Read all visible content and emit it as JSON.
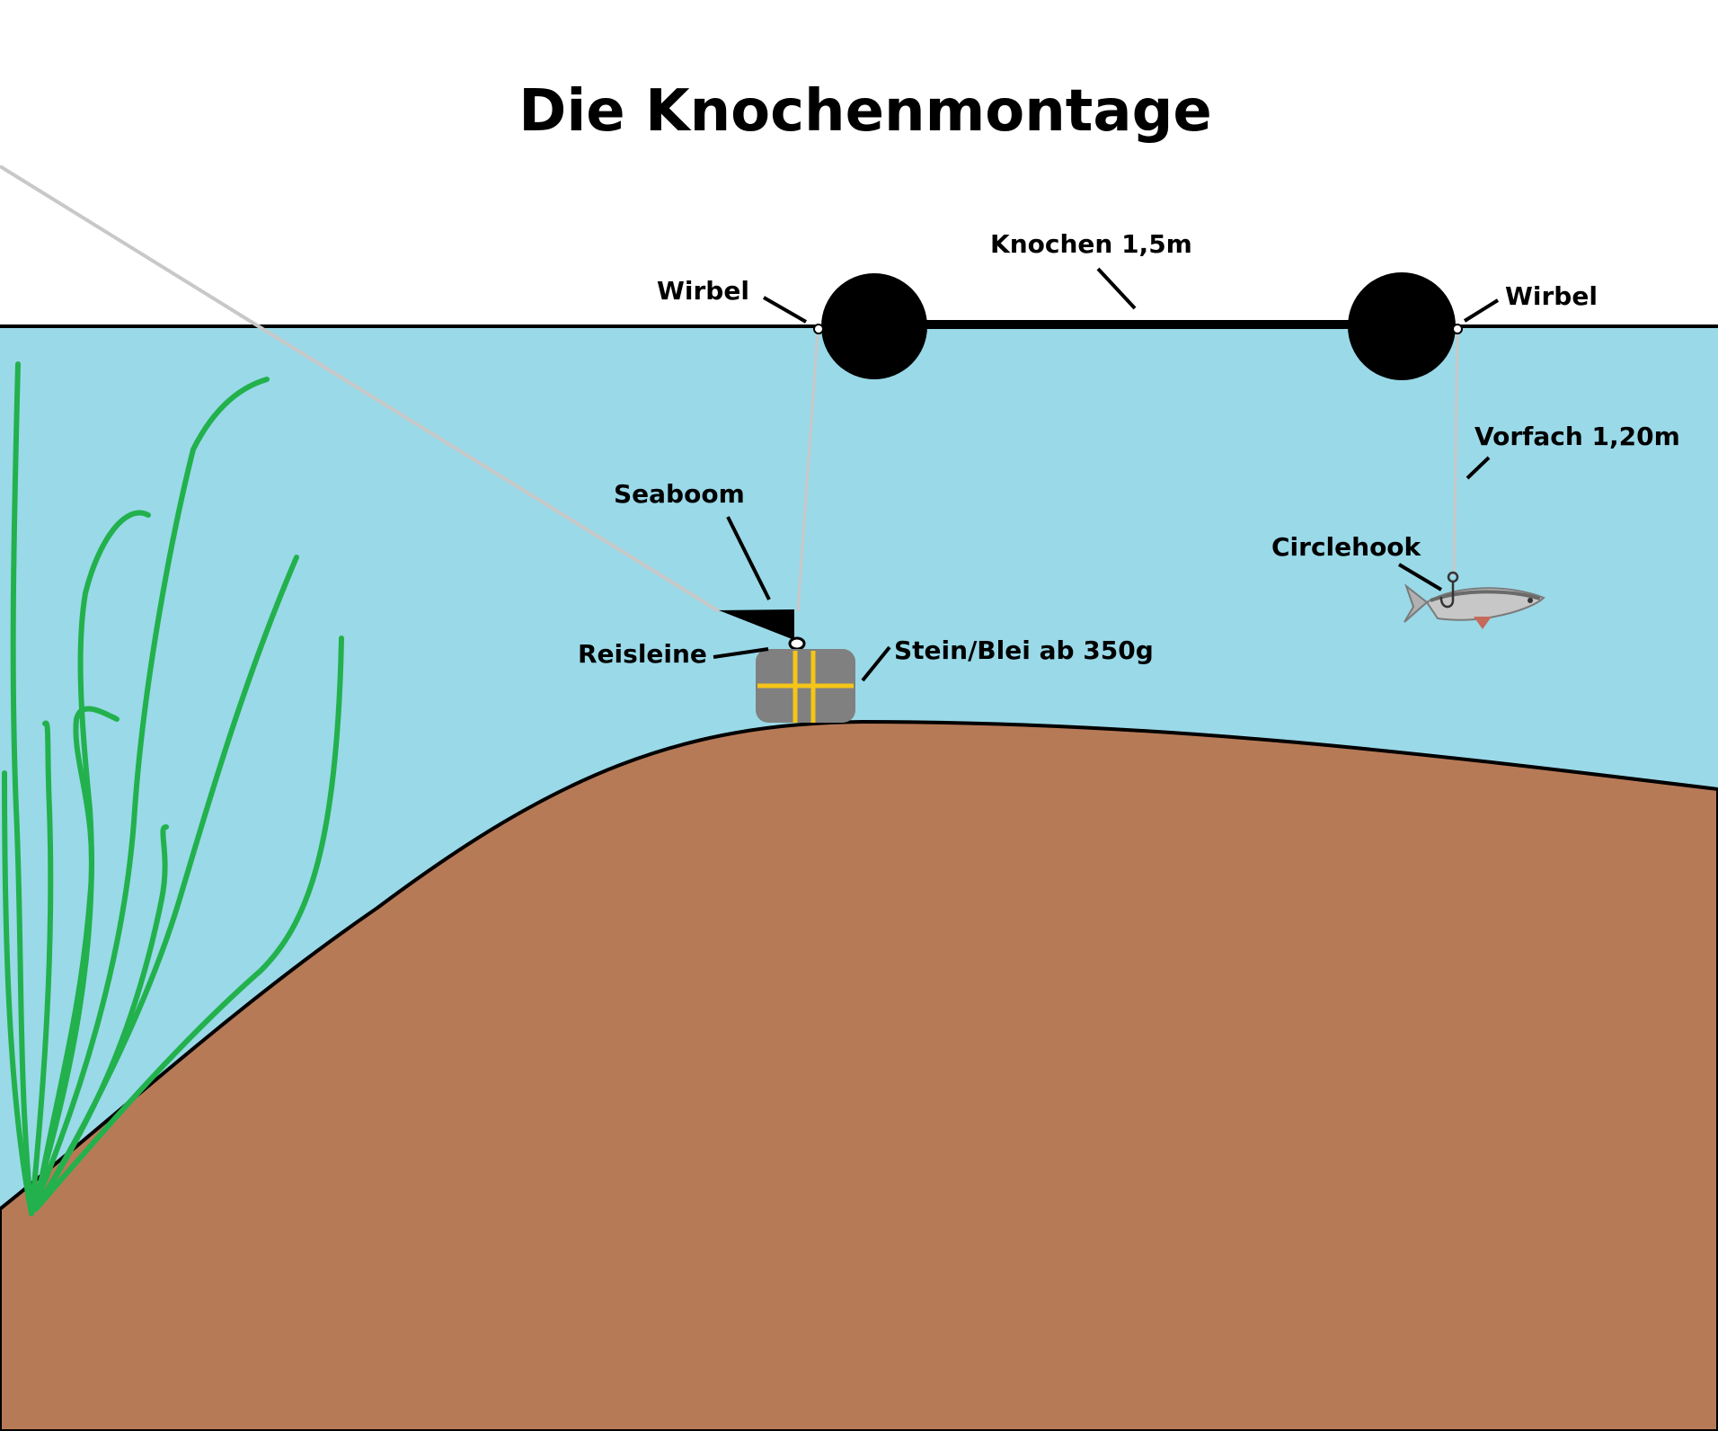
{
  "title": "Die Knochenmontage",
  "labels": {
    "wirbel_left": "Wirbel",
    "knochen": "Knochen 1,5m",
    "wirbel_right": "Wirbel",
    "vorfach": "Vorfach 1,20m",
    "seaboom": "Seaboom",
    "circlehook": "Circlehook",
    "reisleine": "Reisleine",
    "stein": "Stein/Blei ab 350g"
  },
  "colors": {
    "sky": "#ffffff",
    "water": "#9ad9e8",
    "ground": "#b77a57",
    "line": "#c8c8c8",
    "float": "#000000",
    "weight": "#808080",
    "strap": "#f5c518",
    "weed": "#22b14c"
  }
}
